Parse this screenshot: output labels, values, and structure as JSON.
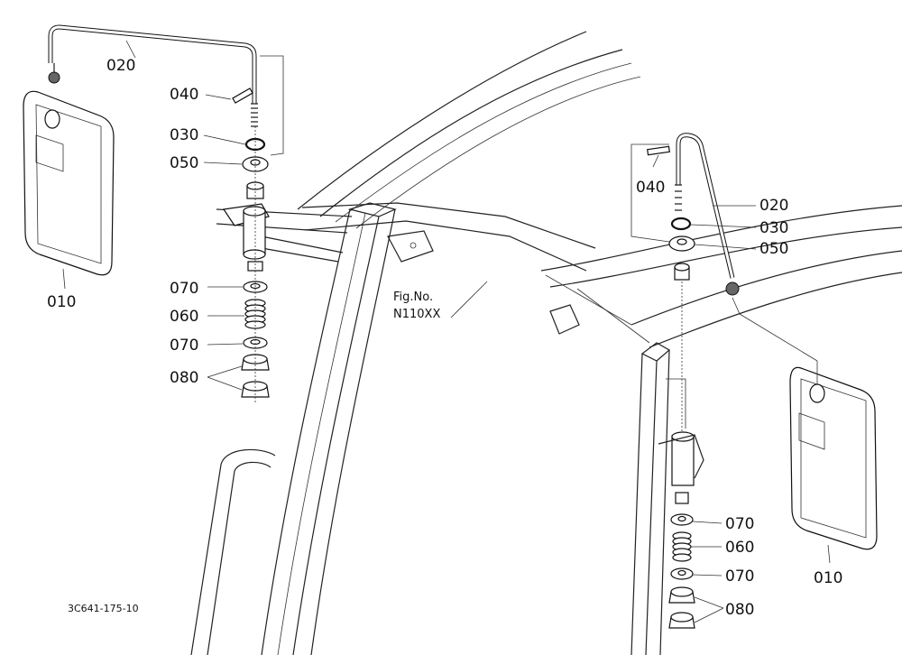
{
  "figure": {
    "fig_no_label": "Fig.No.",
    "fig_no_value": "N110XX",
    "drawing_ref": "3C641-175-10"
  },
  "left_assembly": {
    "labels": {
      "p010": "010",
      "p020": "020",
      "p030": "030",
      "p040": "040",
      "p050": "050",
      "p060": "060",
      "p070a": "070",
      "p070b": "070",
      "p080": "080"
    }
  },
  "right_assembly": {
    "labels": {
      "p010": "010",
      "p020": "020",
      "p030": "030",
      "p040": "040",
      "p050": "050",
      "p060": "060",
      "p070a": "070",
      "p070b": "070",
      "p080": "080"
    }
  }
}
